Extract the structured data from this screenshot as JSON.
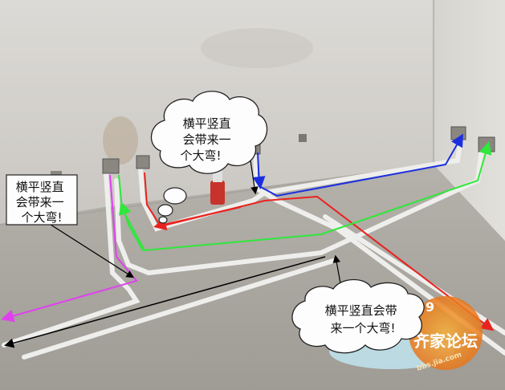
{
  "callouts": {
    "top": [
      "横平竖直",
      "会带来一",
      "个大弯!"
    ],
    "left": [
      "横平竖直",
      "会带来一",
      "个大弯!"
    ],
    "bottom": [
      "横平竖直会带",
      "来一个大弯!"
    ]
  },
  "watermark": {
    "label": "齐家论坛",
    "badge": "9",
    "url": "bbs.jia.com"
  },
  "arrow_colors": {
    "red": "#e8231f",
    "green": "#2ee83a",
    "blue": "#1b2fe0",
    "magenta": "#e040f0",
    "black": "#000000"
  }
}
